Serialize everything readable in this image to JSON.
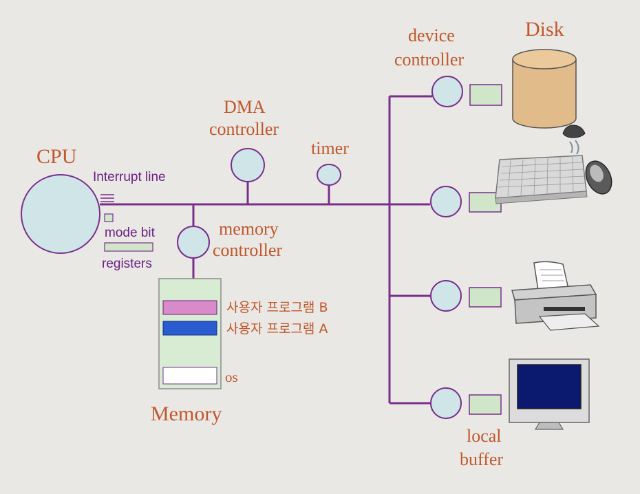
{
  "labels": {
    "cpu": "CPU",
    "interrupt_line": "Interrupt line",
    "mode_bit": "mode bit",
    "registers": "registers",
    "dma_line1": "DMA",
    "dma_line2": "controller",
    "timer": "timer",
    "memctrl_line1": "memory",
    "memctrl_line2": "controller",
    "user_program_b": "사용자 프로그램 B",
    "user_program_a": "사용자 프로그램 A",
    "os": "os",
    "memory": "Memory",
    "devctrl_line1": "device",
    "devctrl_line2": "controller",
    "disk": "Disk",
    "local_buffer_line1": "local",
    "local_buffer_line2": "buffer"
  },
  "colors": {
    "background": "#e9e8e5",
    "bus": "#7a2e8c",
    "node_fill": "#cfe5e8",
    "buffer_fill": "#cfe6c8",
    "label_orange": "#c1572b",
    "label_purple": "#6a1f82",
    "program_b": "#d98ac9",
    "program_a": "#2a5bd0",
    "disk_fill": "#e2bb8a",
    "monitor_screen": "#0b1a6e"
  },
  "devices": [
    "disk",
    "keyboard-mouse",
    "printer",
    "monitor"
  ]
}
